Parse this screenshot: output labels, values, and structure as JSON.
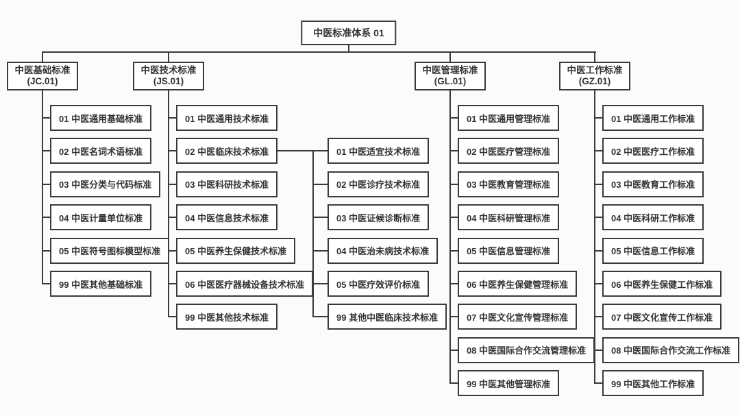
{
  "root": {
    "label": "中医标准体系 01"
  },
  "branches": [
    {
      "title": "中医基础标准",
      "code": "(JC.01)",
      "children": [
        "01 中医通用基础标准",
        "02 中医名词术语标准",
        "03 中医分类与代码标准",
        "04 中医计量单位标准",
        "05 中医符号图标模型标准",
        "99 中医其他基础标准"
      ]
    },
    {
      "title": "中医技术标准",
      "code": "(JS.01)",
      "children": [
        "01 中医通用技术标准",
        "02 中医临床技术标准",
        "03 中医科研技术标准",
        "04 中医信息技术标准",
        "05 中医养生保健技术标准",
        "06 中医医疗器械设备技术标准",
        "99 中医其他技术标准"
      ],
      "subtree": {
        "parent": "02 中医临床技术标准",
        "children": [
          "01 中医适宜技术标准",
          "02 中医诊疗技术标准",
          "03 中医证候诊断标准",
          "04 中医治未病技术标准",
          "05 中医疗效评价标准",
          "99 其他中医临床技术标准"
        ]
      }
    },
    {
      "title": "中医管理标准",
      "code": "(GL.01)",
      "children": [
        "01 中医通用管理标准",
        "02 中医医疗管理标准",
        "03 中医教育管理标准",
        "04 中医科研管理标准",
        "05 中医信息管理标准",
        "06 中医养生保健管理标准",
        "07 中医文化宣传管理标准",
        "08 中医国际合作交流管理标准",
        "99 中医其他管理标准"
      ]
    },
    {
      "title": "中医工作标准",
      "code": "(GZ.01)",
      "children": [
        "01 中医通用工作标准",
        "02 中医医疗工作标准",
        "03 中医教育工作标准",
        "04 中医科研工作标准",
        "05 中医信息工作标准",
        "06 中医养生保健工作标准",
        "07 中医文化宣传工作标准",
        "08 中医国际合作交流工作标准",
        "99 中医其他工作标准"
      ]
    }
  ]
}
